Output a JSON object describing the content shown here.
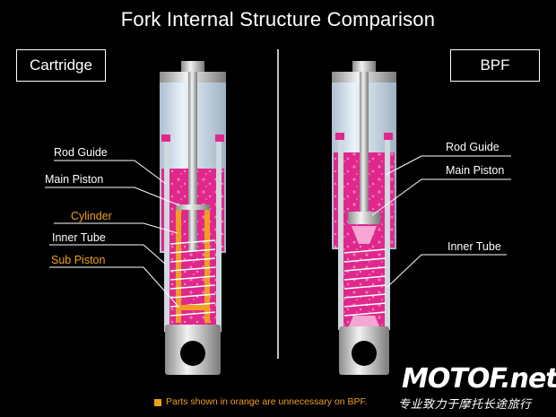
{
  "title": "Fork Internal Structure Comparison",
  "left_panel": {
    "heading": "Cartridge",
    "labels": {
      "rod_guide": "Rod Guide",
      "main_piston": "Main Piston",
      "cylinder": "Cylinder",
      "inner_tube": "Inner Tube",
      "sub_piston": "Sub Piston"
    }
  },
  "right_panel": {
    "heading": "BPF",
    "labels": {
      "rod_guide": "Rod Guide",
      "main_piston": "Main Piston",
      "inner_tube": "Inner Tube"
    }
  },
  "footnote": "Parts shown in orange are unnecessary on BPF.",
  "watermark": {
    "logo": "MOTOF.net",
    "tagline": "专业致力于摩托长途旅行"
  },
  "colors": {
    "background": "#000000",
    "fluid": "#e0288c",
    "highlight": "#f0a020",
    "tube": "#c8dcea",
    "metal": "#d8d8d8"
  }
}
